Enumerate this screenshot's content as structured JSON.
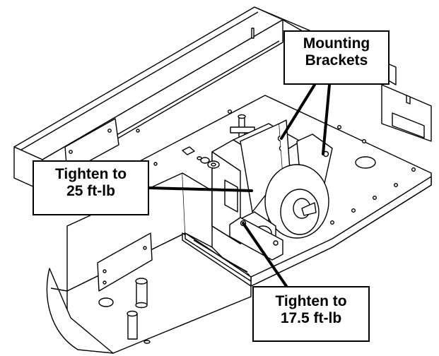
{
  "callouts": {
    "mounting_brackets": {
      "line1": "Mounting",
      "line2": "Brackets"
    },
    "tighten_25": {
      "line1": "Tighten to",
      "line2": "25 ft-lb"
    },
    "tighten_175": {
      "line1": "Tighten to",
      "line2": "17.5 ft-lb"
    }
  },
  "colors": {
    "line": "#000000",
    "background": "#ffffff",
    "fill": "#ffffff",
    "hole": "#ffffff"
  }
}
